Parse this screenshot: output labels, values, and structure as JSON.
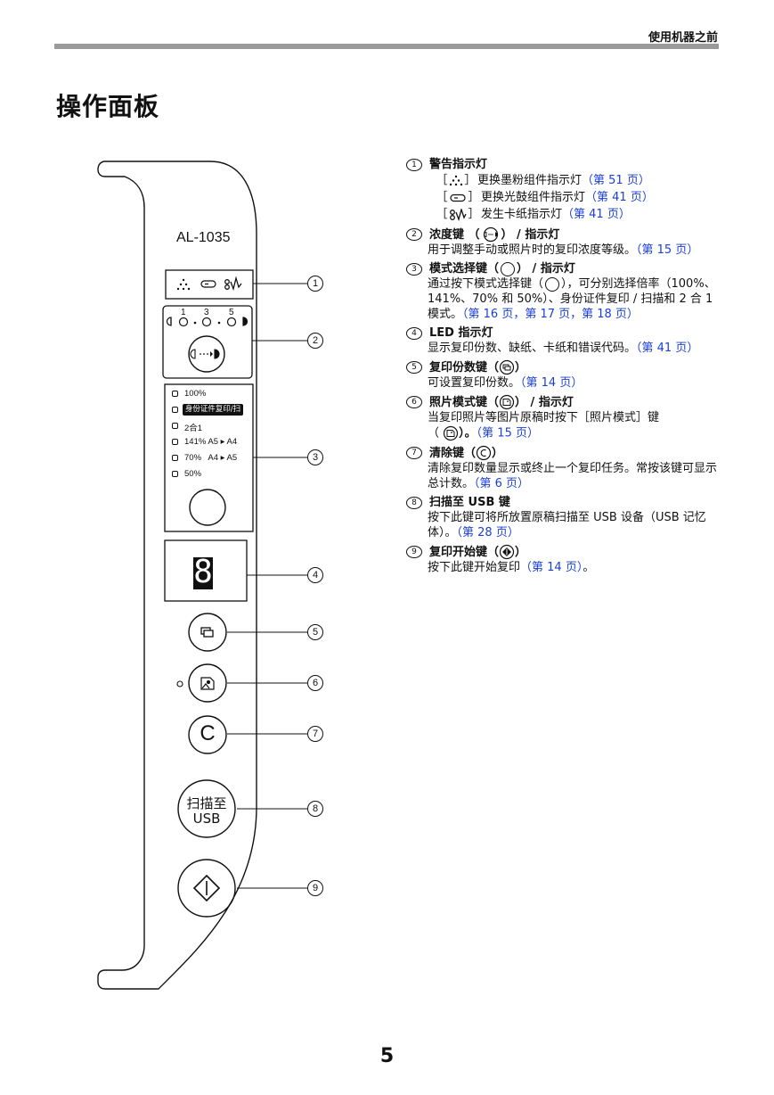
{
  "header": {
    "section": "使用机器之前"
  },
  "page_title": "操作面板",
  "page_number": "5",
  "panel": {
    "model": "AL-1035",
    "density_levels": [
      "1",
      "3",
      "5"
    ],
    "modes": [
      "100%",
      "身份证件复印/扫描",
      "2合1",
      "141% A5 ▸ A4",
      "70%   A4 ▸ A5",
      "50%"
    ],
    "counter_digit": "8",
    "clear_symbol": "C",
    "usb_button": [
      "扫描至",
      "USB"
    ],
    "callouts": [
      "1",
      "2",
      "3",
      "4",
      "5",
      "6",
      "7",
      "8",
      "9"
    ]
  },
  "items": [
    {
      "num": "1",
      "title": "警告指示灯",
      "lines": [
        {
          "text": "更换墨粉组件指示灯",
          "ref": "（第 51 页）",
          "icon": "toner-icon"
        },
        {
          "text": "更换光鼓组件指示灯",
          "ref": "（第 41 页）",
          "icon": "drum-icon"
        },
        {
          "text": "发生卡纸指示灯",
          "ref": "（第 41 页）",
          "icon": "misfeed-icon"
        }
      ]
    },
    {
      "num": "2",
      "title_a": "浓度键 （",
      "title_b": "） / 指示灯",
      "body": "用于调整手动或照片时的复印浓度等级。",
      "ref": "（第 15 页）"
    },
    {
      "num": "3",
      "title_a": "模式选择键（",
      "title_b": "） / 指示灯",
      "body_a": "通过按下模式选择键（",
      "body_b": "），可分别选择倍率（100%、141%、70% 和 50%）、身份证件复印 / 扫描和 2 合 1 模式。",
      "ref": "（第 16 页，第 17 页，第 18 页）"
    },
    {
      "num": "4",
      "title": "LED 指示灯",
      "body": "显示复印份数、缺纸、卡纸和错误代码。",
      "ref": "（第 41 页）"
    },
    {
      "num": "5",
      "title_a": "复印份数键（",
      "title_b": "）",
      "body": "可设置复印份数。",
      "ref": "（第 14 页）"
    },
    {
      "num": "6",
      "title_a": "照片模式键（",
      "title_b": "） / 指示灯",
      "body": "当复印照片等图片原稿时按下［照片模式］键",
      "body_a": "（",
      "body_b": "）。",
      "ref": "（第 15 页）"
    },
    {
      "num": "7",
      "title_a": "清除键（",
      "title_b": "）",
      "body": "清除复印数量显示或终止一个复印任务。常按该键可显示总计数。",
      "ref": "（第 6 页）"
    },
    {
      "num": "8",
      "title": "扫描至 USB 键",
      "body": "按下此键可将所放置原稿扫描至 USB 设备（USB 记忆体）。",
      "ref": "（第 28 页）"
    },
    {
      "num": "9",
      "title_a": "复印开始键（",
      "title_b": "）",
      "body": "按下此键开始复印",
      "ref": "（第 14 页）",
      "tail": "。"
    }
  ]
}
